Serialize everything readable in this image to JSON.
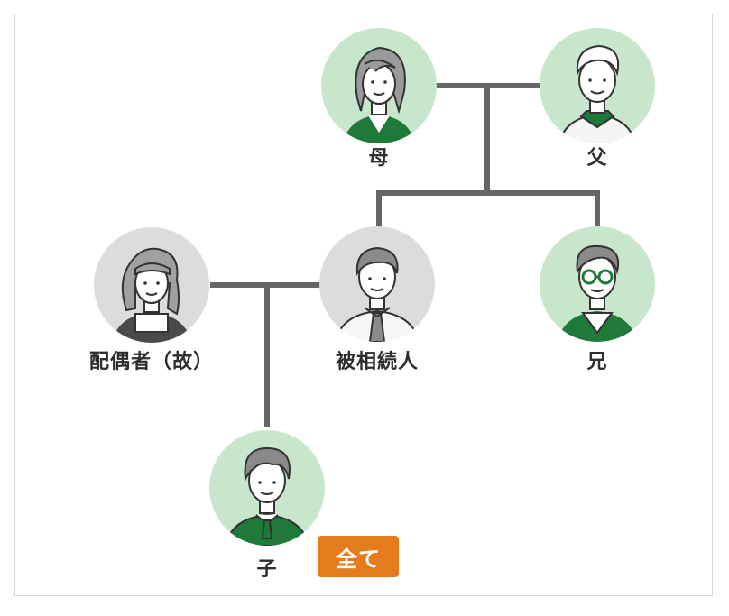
{
  "people": {
    "mother": {
      "label": "母",
      "icon": "woman-avatar-icon"
    },
    "father": {
      "label": "父",
      "icon": "elderly-man-avatar-icon"
    },
    "spouse": {
      "label": "配偶者（故）",
      "icon": "deceased-woman-avatar-icon"
    },
    "decedent": {
      "label": "被相続人",
      "icon": "man-in-tie-avatar-icon"
    },
    "brother": {
      "label": "兄",
      "icon": "man-with-glasses-avatar-icon"
    },
    "child": {
      "label": "子",
      "icon": "young-man-avatar-icon"
    }
  },
  "badge": {
    "text": "全て"
  },
  "colors": {
    "heir_bg": "#c8e6cc",
    "heir_clothes": "#1f7a3a",
    "inactive_bg": "#dcdcdc",
    "connector": "#666666",
    "badge": "#e47c1e"
  }
}
